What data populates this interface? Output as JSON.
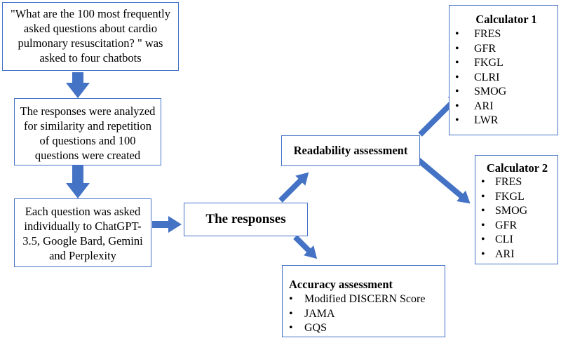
{
  "question_box": {
    "text": "\"What are the 100 most frequently asked questions about cardio pulmonary resuscitation? \" was asked to four chatbots"
  },
  "analysis_box": {
    "text": "The responses were analyzed for similarity and repetition of questions and 100 questions were created"
  },
  "asking_box": {
    "text": "Each question was asked individually to ChatGPT-3.5, Google Bard, Gemini and Perplexity"
  },
  "responses_box": {
    "text": "The responses"
  },
  "readability_box": {
    "text": "Readability assessment"
  },
  "accuracy_box": {
    "title": "Accuracy assessment",
    "items": [
      "Modified DISCERN Score",
      "JAMA",
      "GQS"
    ]
  },
  "calculator1": {
    "title": "Calculator 1",
    "items": [
      "FRES",
      "GFR",
      "FKGL",
      "CLRI",
      "SMOG",
      "ARI",
      "LWR"
    ]
  },
  "calculator2": {
    "title": "Calculator 2",
    "items": [
      "FRES",
      "FKGL",
      "SMOG",
      "GFR",
      "CLI",
      "ARI"
    ]
  },
  "bullet_symbol": "•",
  "colors": {
    "border": "#4472c4",
    "arrow": "#4472c4"
  }
}
